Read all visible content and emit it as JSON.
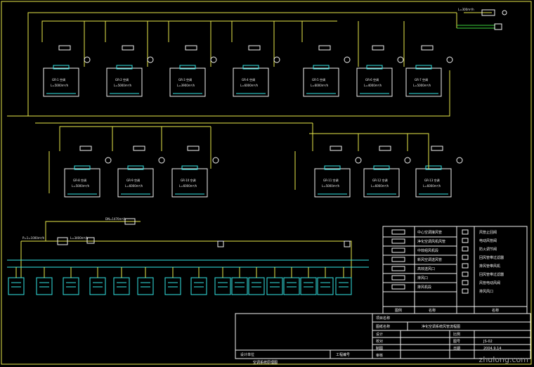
{
  "drawing": {
    "top_labels": {
      "main_supply": "L=300m³/h"
    },
    "units_row1": [
      {
        "name": "GR-1 空调",
        "flow": "L=5000m³/h"
      },
      {
        "name": "GR-2 空调",
        "flow": "L=5000m³/h"
      },
      {
        "name": "GR-3 空调",
        "flow": "L=3900m³/h"
      },
      {
        "name": "GR-4 空调",
        "flow": "L=6000m³/h"
      },
      {
        "name": "GR-5 空调",
        "flow": "L=6000m³/h"
      },
      {
        "name": "GR-6 空调",
        "flow": "L=4000m³/h"
      },
      {
        "name": "GR-7 空调",
        "flow": "L=5000m³/h"
      }
    ],
    "units_row2": [
      {
        "name": "GR-8 空调",
        "flow": "L=5000m³/h"
      },
      {
        "name": "GR-9 空调",
        "flow": "L=6000m³/h"
      },
      {
        "name": "GR-10 空调",
        "flow": "L=6000m³/h"
      },
      {
        "name": "GR-11 空调",
        "flow": "L=5000m³/h"
      },
      {
        "name": "GR-12 空调",
        "flow": "L=6000m³/h"
      },
      {
        "name": "GR-13 空调",
        "flow": "L=6000m³/h"
      }
    ],
    "lower_supply": {
      "label_a": "DN=1470m³/h",
      "label_b": "P=1=1000m³/h",
      "label_c": "L=3400m³/h"
    }
  },
  "legend": {
    "rows_left": [
      "中心空调接风管",
      "净化空调风机风管",
      "中效组风机段",
      "新风空调送风管",
      "高效送风口",
      "排风口",
      "排风机段"
    ],
    "rows_right": [
      "风管止回阀",
      "电动风管阀",
      "防火调节阀",
      "回风管带过滤器",
      "排风管带风机",
      "回风管带过滤器",
      "风管电动风阀",
      "排风风口"
    ],
    "footer_left": "图例",
    "footer_mid": "名称",
    "footer_right": "名称"
  },
  "title_block": {
    "project_label": "项目名称",
    "drawing_label": "图纸名称",
    "drawing_name": "净化空调系统风管流程图",
    "design_label": "设计",
    "check_label": "校对",
    "drawn_label": "制图",
    "approve_label": "审核",
    "scale_label": "比例",
    "number_label": "图号",
    "number_value": "JS-02",
    "date_label": "日期",
    "date_value": "2004.9.14",
    "design_unit": "设计单位",
    "stage": "工程编号",
    "bottom_note": "空调系统原理图"
  },
  "watermark": "zhulong.com"
}
